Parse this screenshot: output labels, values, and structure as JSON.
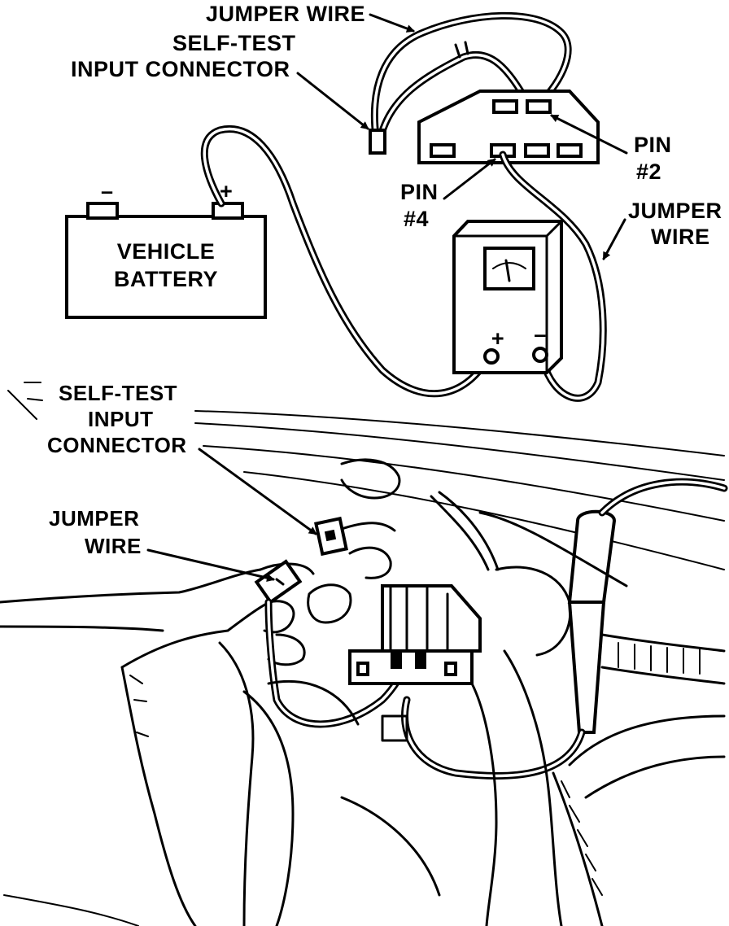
{
  "top_diagram": {
    "jumper_wire_top": "JUMPER WIRE",
    "self_test_connector_line1": "SELF-TEST",
    "self_test_connector_line2": "INPUT CONNECTOR",
    "pin2_line1": "PIN",
    "pin2_line2": "#2",
    "pin4_line1": "PIN",
    "pin4_line2": "#4",
    "jumper_wire_right_line1": "JUMPER",
    "jumper_wire_right_line2": "WIRE",
    "battery_line1": "VEHICLE",
    "battery_line2": "BATTERY",
    "battery_neg": "–",
    "battery_pos": "+",
    "meter_pos": "+",
    "meter_neg": "–"
  },
  "bottom_illustration": {
    "self_test_line1": "SELF-TEST",
    "self_test_line2": "INPUT",
    "self_test_line3": "CONNECTOR",
    "jumper_line1": "JUMPER",
    "jumper_line2": "WIRE"
  }
}
